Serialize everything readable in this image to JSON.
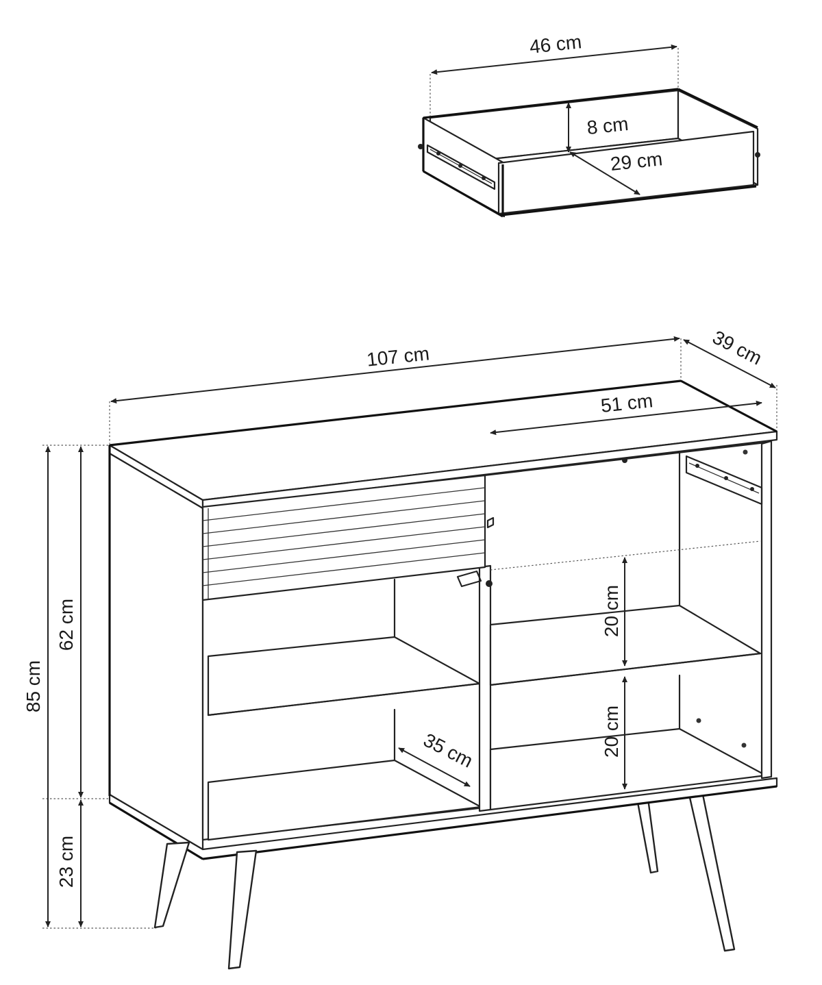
{
  "dimensions": {
    "drawer_width": "46 cm",
    "drawer_height": "8 cm",
    "drawer_depth": "29 cm",
    "total_width": "107 cm",
    "total_depth": "39 cm",
    "compartment_width": "51 cm",
    "total_height": "85 cm",
    "body_height": "62 cm",
    "leg_height": "23 cm",
    "shelf_spacing_upper": "20 cm",
    "shelf_spacing_lower": "20 cm",
    "shelf_depth": "35 cm"
  }
}
